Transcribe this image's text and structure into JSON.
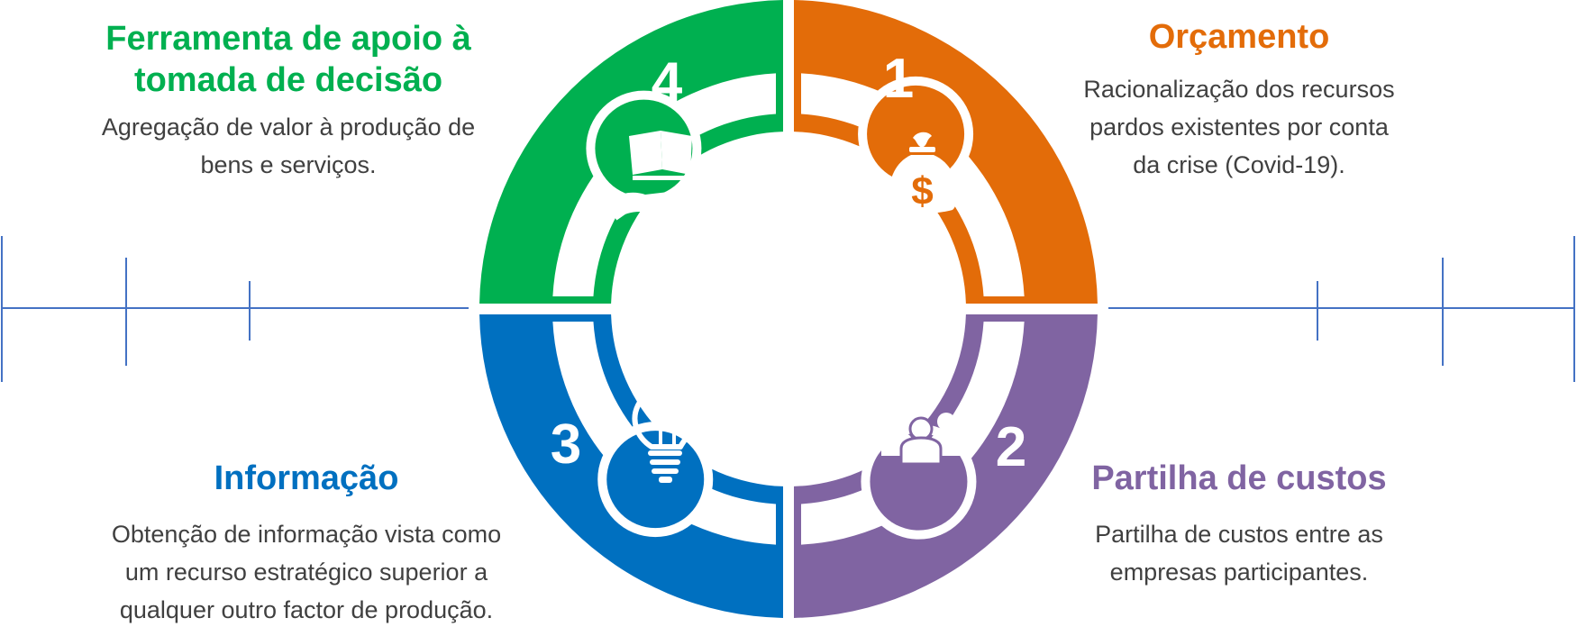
{
  "colors": {
    "green": "#00b050",
    "orange": "#e36c09",
    "purple": "#8064a2",
    "blue": "#0070c0",
    "axis_line": "#4472c4",
    "text": "#404040"
  },
  "segments": [
    {
      "number": "1",
      "color": "#e36c09",
      "icon": "money-bag-icon",
      "title": "Orçamento",
      "lines": [
        "Racionalização dos recursos",
        "pardos existentes por conta",
        "da crise (Covid-19)."
      ]
    },
    {
      "number": "2",
      "color": "#8064a2",
      "icon": "people-group-icon",
      "title": "Partilha de custos",
      "lines": [
        "Partilha de custos entre as",
        "empresas participantes."
      ]
    },
    {
      "number": "3",
      "color": "#0070c0",
      "icon": "lightbulb-icon",
      "title": "Informação",
      "lines": [
        "Obtenção de informação vista como",
        "um recurso estratégico superior a",
        "qualquer outro factor de produção."
      ]
    },
    {
      "number": "4",
      "color": "#00b050",
      "icon": "book-in-hand-icon",
      "title_lines": [
        "Ferramenta de apoio à",
        "tomada de decisão"
      ],
      "lines": [
        "Agregação de valor à produção de",
        "bens e serviços."
      ]
    }
  ]
}
